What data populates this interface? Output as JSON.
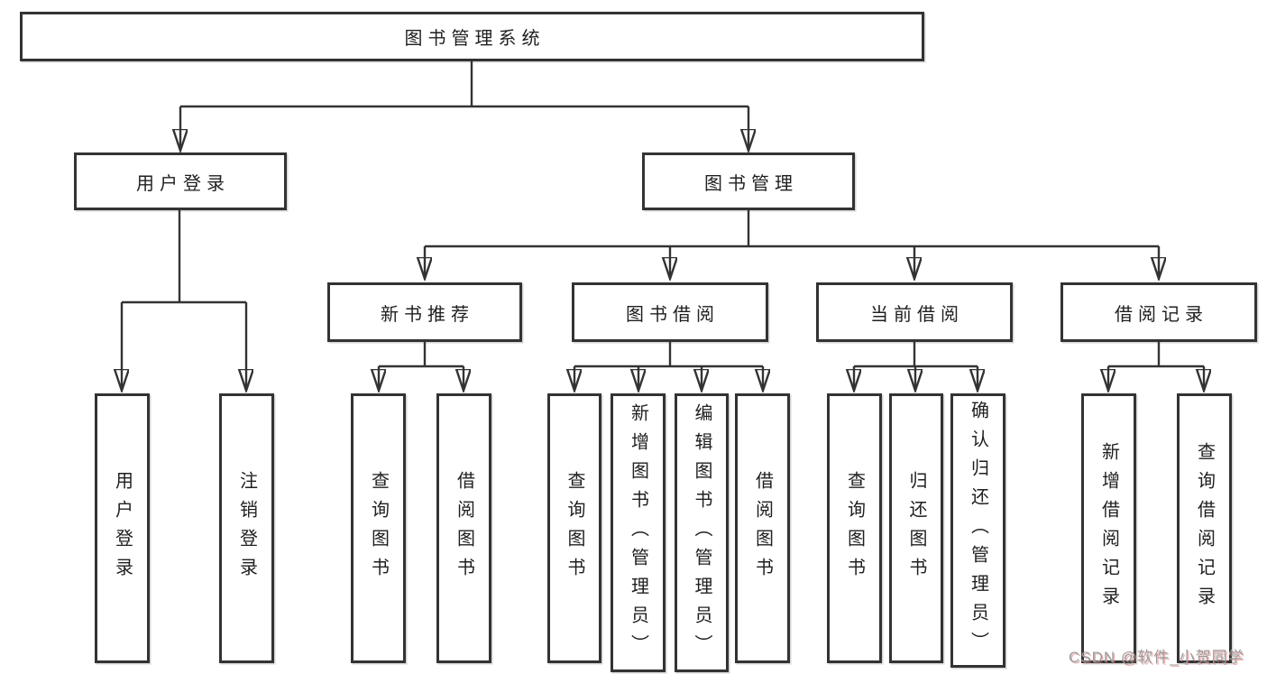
{
  "diagram_type": "hierarchy-tree",
  "nodes": {
    "root": {
      "label": "图书管理系统"
    },
    "user_login": {
      "label": "用户登录"
    },
    "book_management": {
      "label": "图书管理"
    },
    "new_book_recommend": {
      "label": "新书推荐"
    },
    "book_borrowing": {
      "label": "图书借阅"
    },
    "current_borrowing": {
      "label": "当前借阅"
    },
    "borrow_records": {
      "label": "借阅记录"
    },
    "leaf_user_login": {
      "label": "用户登录"
    },
    "leaf_logout": {
      "label": "注销登录"
    },
    "leaf_recommend_query_book": {
      "label": "查询图书"
    },
    "leaf_recommend_borrow_book": {
      "label": "借阅图书"
    },
    "leaf_borrowing_query_book": {
      "label": "查询图书"
    },
    "leaf_borrowing_add_book_admin": {
      "label": "新增图书（管理员）"
    },
    "leaf_borrowing_edit_book_admin": {
      "label": "编辑图书（管理员）"
    },
    "leaf_borrowing_borrow_book": {
      "label": "借阅图书"
    },
    "leaf_current_query_book": {
      "label": "查询图书"
    },
    "leaf_current_return_book": {
      "label": "归还图书"
    },
    "leaf_current_confirm_return_admin": {
      "label": "确认归还（管理员）"
    },
    "leaf_records_add_record": {
      "label": "新增借阅记录"
    },
    "leaf_records_query_record": {
      "label": "查询借阅记录"
    }
  },
  "structure": {
    "图书管理系统": [
      "用户登录",
      "图书管理"
    ],
    "用户登录": [
      "用户登录",
      "注销登录"
    ],
    "图书管理": [
      "新书推荐",
      "图书借阅",
      "当前借阅",
      "借阅记录"
    ],
    "新书推荐": [
      "查询图书",
      "借阅图书"
    ],
    "图书借阅": [
      "查询图书",
      "新增图书（管理员）",
      "编辑图书（管理员）",
      "借阅图书"
    ],
    "当前借阅": [
      "查询图书",
      "归还图书",
      "确认归还（管理员）"
    ],
    "借阅记录": [
      "新增借阅记录",
      "查询借阅记录"
    ]
  },
  "watermark": {
    "text": "CSDN @软件_小贺同学"
  },
  "colors": {
    "line": "#333333",
    "box_border": "#333333",
    "text": "#1f1f1f",
    "background": "#ffffff",
    "watermark_text": "#9c9c9c",
    "watermark_shadow": "#d87878"
  }
}
